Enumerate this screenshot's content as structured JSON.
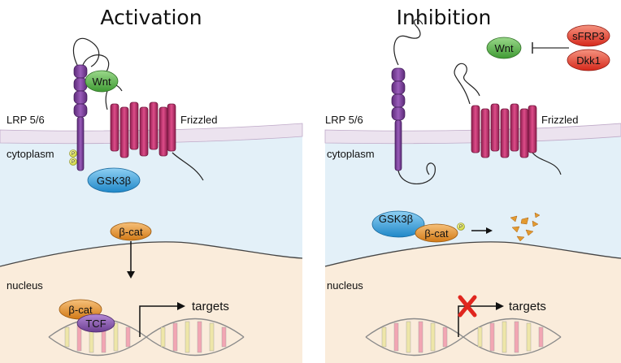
{
  "panels": {
    "left": {
      "title": "Activation",
      "lrp_label": "LRP 5/6",
      "frizzled_label": "Frizzled",
      "cytoplasm_label": "cytoplasm",
      "nucleus_label": "nucleus",
      "wnt": "Wnt",
      "gsk": "GSK3β",
      "bcat": "β-cat",
      "bcat_nuc": "β-cat",
      "tcf": "TCF",
      "targets": "targets",
      "phospho": "P"
    },
    "right": {
      "title": "Inhibition",
      "lrp_label": "LRP 5/6",
      "frizzled_label": "Frizzled",
      "cytoplasm_label": "cytoplasm",
      "nucleus_label": "nucleus",
      "wnt": "Wnt",
      "sfrp3": "sFRP3",
      "dkk1": "Dkk1",
      "gsk": "GSK3β",
      "bcat": "β-cat",
      "targets": "targets",
      "phospho": "P"
    }
  },
  "colors": {
    "extracellular": "#ffffff",
    "membrane": "#ece3ef",
    "cytoplasm": "#e3f0f8",
    "nucleus": "#faecdb",
    "lrp": "#7b3f97",
    "frizzled": "#c2306e",
    "wnt": "#5fb946",
    "gsk": "#3a9fd8",
    "bcat": "#e0902a",
    "tcf": "#8a5bb0",
    "inhibitor": "#e0392b",
    "block_x": "#e0261e"
  }
}
